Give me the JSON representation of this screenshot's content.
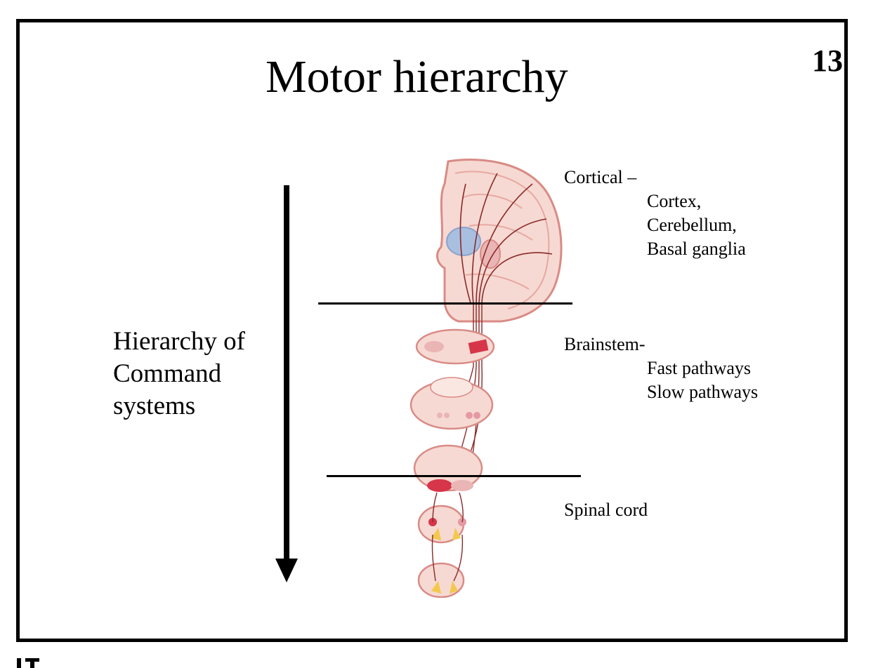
{
  "slide": {
    "title": "Motor hierarchy",
    "page_number": "13",
    "hierarchy_label": [
      "Hierarchy of",
      "Command",
      "systems"
    ],
    "levels": [
      {
        "heading": "Cortical –",
        "items": [
          "Cortex,",
          "Cerebellum,",
          "Basal ganglia"
        ]
      },
      {
        "heading": "Brainstem-",
        "items": [
          "Fast pathways",
          "Slow pathways"
        ]
      },
      {
        "heading": "Spinal cord",
        "items": []
      }
    ]
  },
  "colors": {
    "border": "#000000",
    "tissue_fill": "#f6d9d2",
    "tissue_stroke": "#d98b86",
    "tract": "#8a2a2a",
    "highlight_red": "#d6354a",
    "thalamus_blue": "#a9bfe0",
    "motor_neuron_yellow": "#f2c94c"
  }
}
